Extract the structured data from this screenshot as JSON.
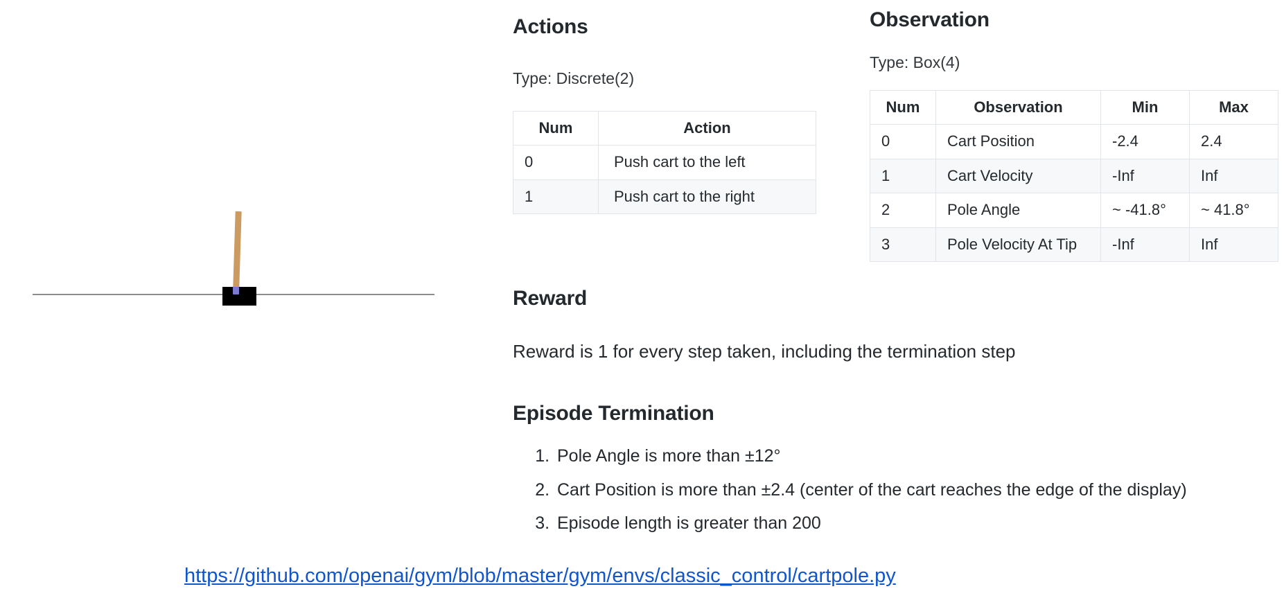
{
  "figure": {
    "name": "cartpole-environment-render",
    "elements": {
      "track": "horizontal-track-line",
      "cart": "black-cart-box",
      "pole": "tan-pole",
      "axle": "blue-axle-dot"
    },
    "colors": {
      "pole": "#cc9b62",
      "cart": "#000000",
      "track": "#8c8c8c",
      "axle": "#7b7bd4"
    }
  },
  "actions": {
    "heading": "Actions",
    "type_line": "Type: Discrete(2)",
    "table": {
      "headers": [
        "Num",
        "Action"
      ],
      "rows": [
        [
          "0",
          "Push cart to the left"
        ],
        [
          "1",
          "Push cart to the right"
        ]
      ]
    }
  },
  "observation": {
    "heading": "Observation",
    "type_line": "Type: Box(4)",
    "table": {
      "headers": [
        "Num",
        "Observation",
        "Min",
        "Max"
      ],
      "rows": [
        [
          "0",
          "Cart Position",
          "-2.4",
          "2.4"
        ],
        [
          "1",
          "Cart Velocity",
          "-Inf",
          "Inf"
        ],
        [
          "2",
          "Pole Angle",
          "~ -41.8°",
          "~ 41.8°"
        ],
        [
          "3",
          "Pole Velocity At Tip",
          "-Inf",
          "Inf"
        ]
      ]
    }
  },
  "reward": {
    "heading": "Reward",
    "text": "Reward is 1 for every step taken, including the termination step"
  },
  "episode_termination": {
    "heading": "Episode Termination",
    "items": [
      "Pole Angle is more than ±12°",
      "Cart Position is more than ±2.4 (center of the cart reaches the edge of the display)",
      "Episode length is greater than 200"
    ]
  },
  "footer": {
    "link_text": "https://github.com/openai/gym/blob/master/gym/envs/classic_control/cartpole.py",
    "link_color": "#1155cc"
  }
}
